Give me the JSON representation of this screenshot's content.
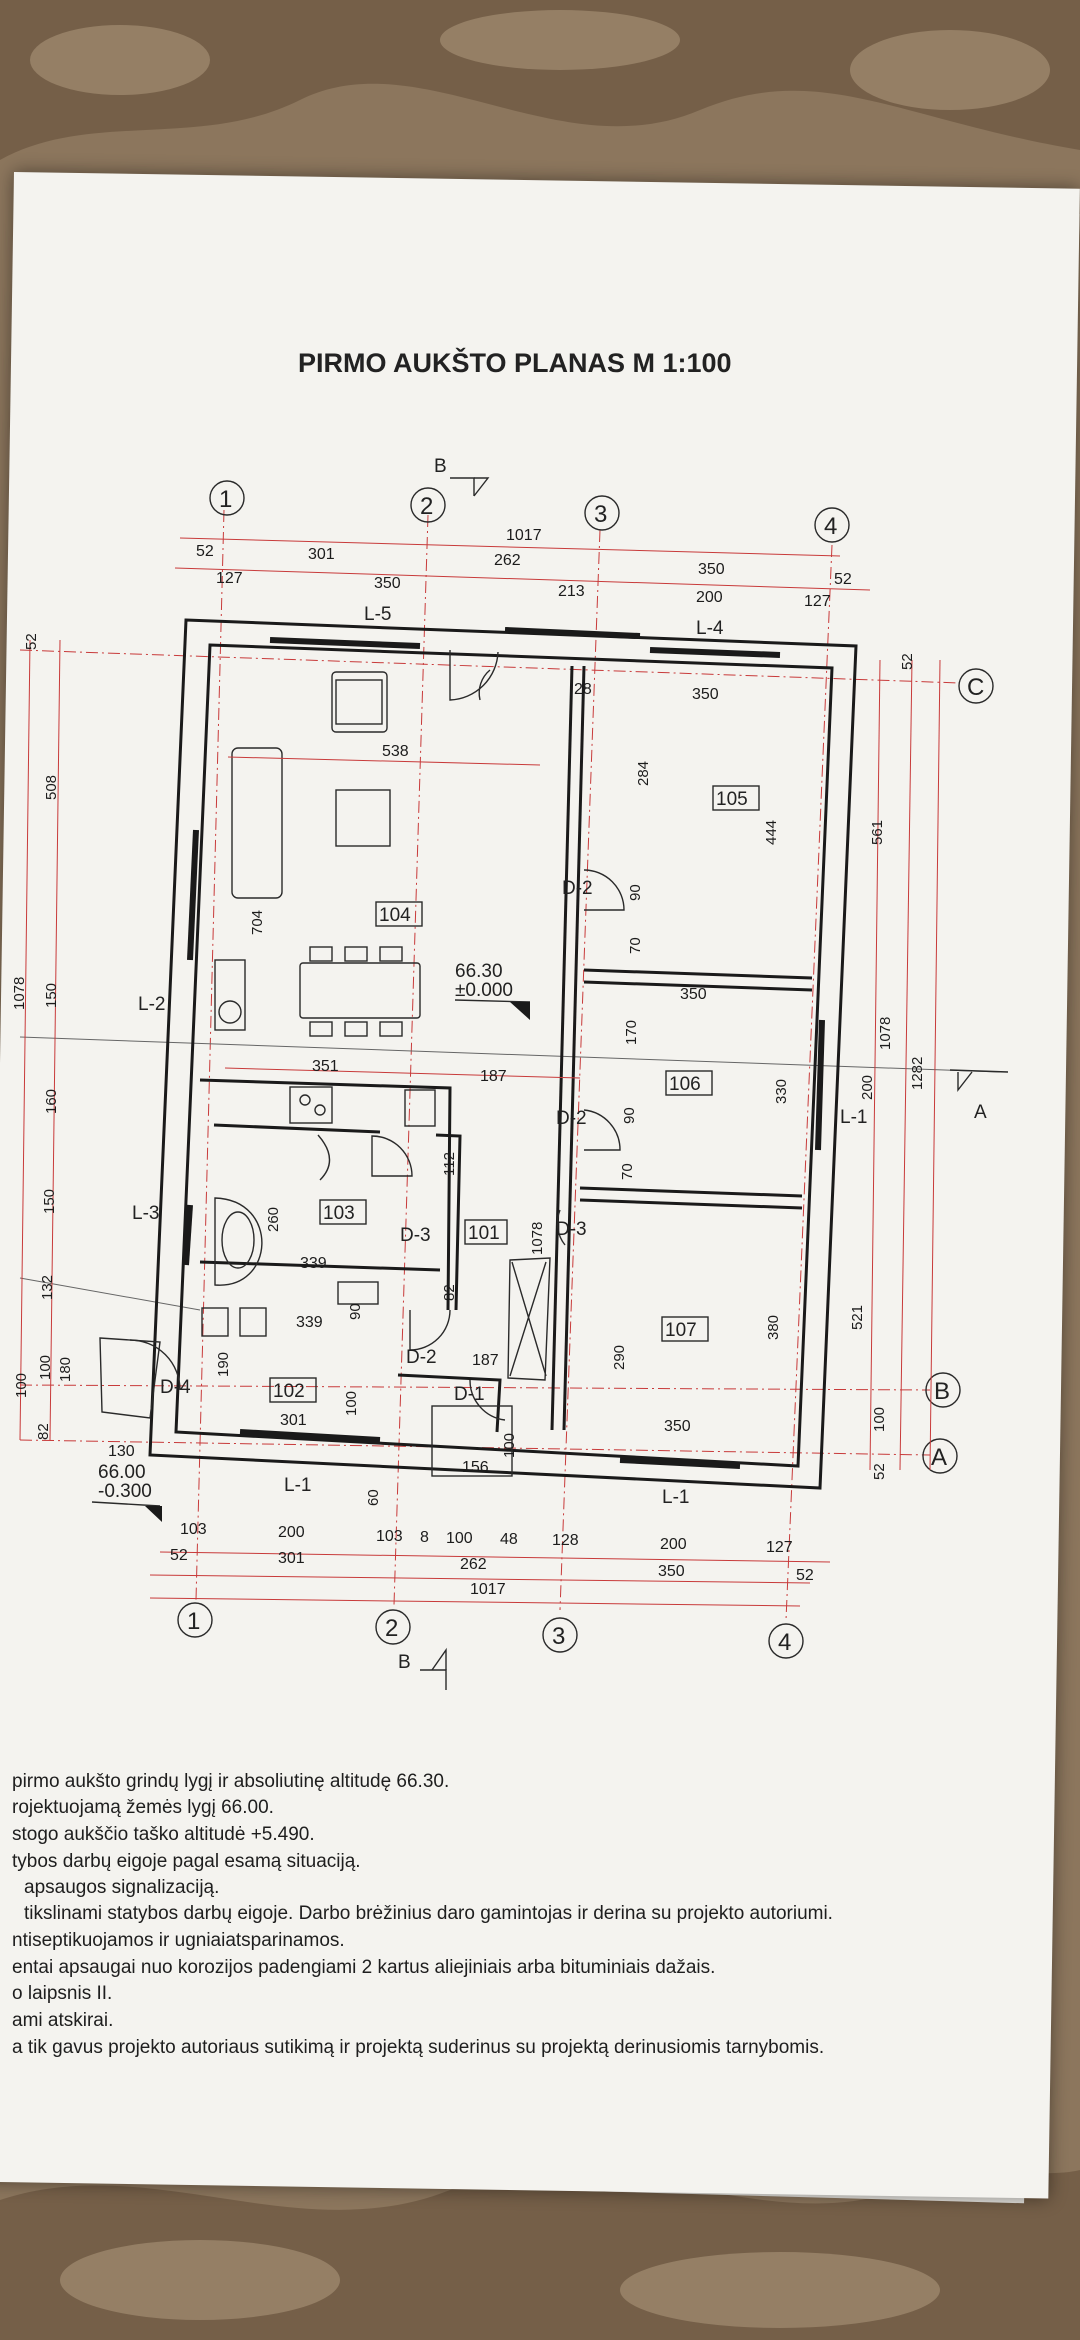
{
  "title": "PIRMO AUKŠTO PLANAS M 1:100",
  "axes": {
    "top": [
      "1",
      "2",
      "3",
      "4"
    ],
    "bottom": [
      "1",
      "2",
      "3",
      "4"
    ],
    "right": [
      "C",
      "B",
      "A"
    ]
  },
  "section_marks": {
    "top": "B",
    "bottom": "B",
    "right": "A"
  },
  "rooms": [
    "104",
    "105",
    "106",
    "103",
    "101",
    "107",
    "102"
  ],
  "doors": [
    "D-2",
    "D-2",
    "D-3",
    "D-3",
    "D-2",
    "D-1",
    "D-4"
  ],
  "windows": [
    "L-5",
    "L-4",
    "L-2",
    "L-1",
    "L-3",
    "L-1",
    "L-1"
  ],
  "levels": {
    "floor": "66.30",
    "floor_rel": "±0.000",
    "ground": "66.00",
    "ground_rel": "-0.300"
  },
  "dims_top_1": [
    "52",
    "301",
    "1017",
    "262"
  ],
  "dims_top_2": [
    "127",
    "350",
    "213",
    "350",
    "200",
    "127",
    "52"
  ],
  "dims_bottom_1": [
    "103",
    "200",
    "103",
    "8",
    "100",
    "48",
    "128",
    "200",
    "127"
  ],
  "dims_bottom_2": [
    "52",
    "301",
    "262",
    "350",
    "52"
  ],
  "dims_bottom_3": [
    "1017"
  ],
  "dims_left": [
    "52",
    "508",
    "1078",
    "150",
    "160",
    "150",
    "132",
    "100",
    "180",
    "100",
    "82"
  ],
  "dims_right": [
    "52",
    "561",
    "1078",
    "1282",
    "521",
    "100",
    "52"
  ],
  "dims_inner": [
    "538",
    "704",
    "28",
    "350",
    "284",
    "444",
    "90",
    "70",
    "350",
    "170",
    "90",
    "70",
    "330",
    "200",
    "351",
    "187",
    "112",
    "260",
    "339",
    "339",
    "1078",
    "82",
    "90",
    "187",
    "190",
    "100",
    "301",
    "290",
    "380",
    "350",
    "130",
    "156",
    "100",
    "60"
  ],
  "notes": [
    "pirmo aukšto grindų lygį ir absoliutinę altitudę 66.30.",
    "rojektuojamą žemės lygį 66.00.",
    "stogo aukščio taško altitudė +5.490.",
    "tybos darbų eigoje pagal esamą situaciją.",
    "apsaugos signalizaciją.",
    "tikslinami statybos darbų eigoje. Darbo brėžinius daro gamintojas ir derina su projekto autoriumi.",
    "ntiseptikuojamos ir ugniaiatsparinamos.",
    "entai apsaugai nuo korozijos padengiami 2 kartus aliejiniais arba bituminiais dažais.",
    "o laipsnis II.",
    "ami atskirai.",
    "a tik gavus projekto autoriaus sutikimą ir projektą suderinus su projektą derinusiomis tarnybomis."
  ],
  "colors": {
    "paper": "#f4f3ef",
    "ink": "#1a1a1a",
    "red_lines": "#c83a3a",
    "background": "#8a7560"
  }
}
